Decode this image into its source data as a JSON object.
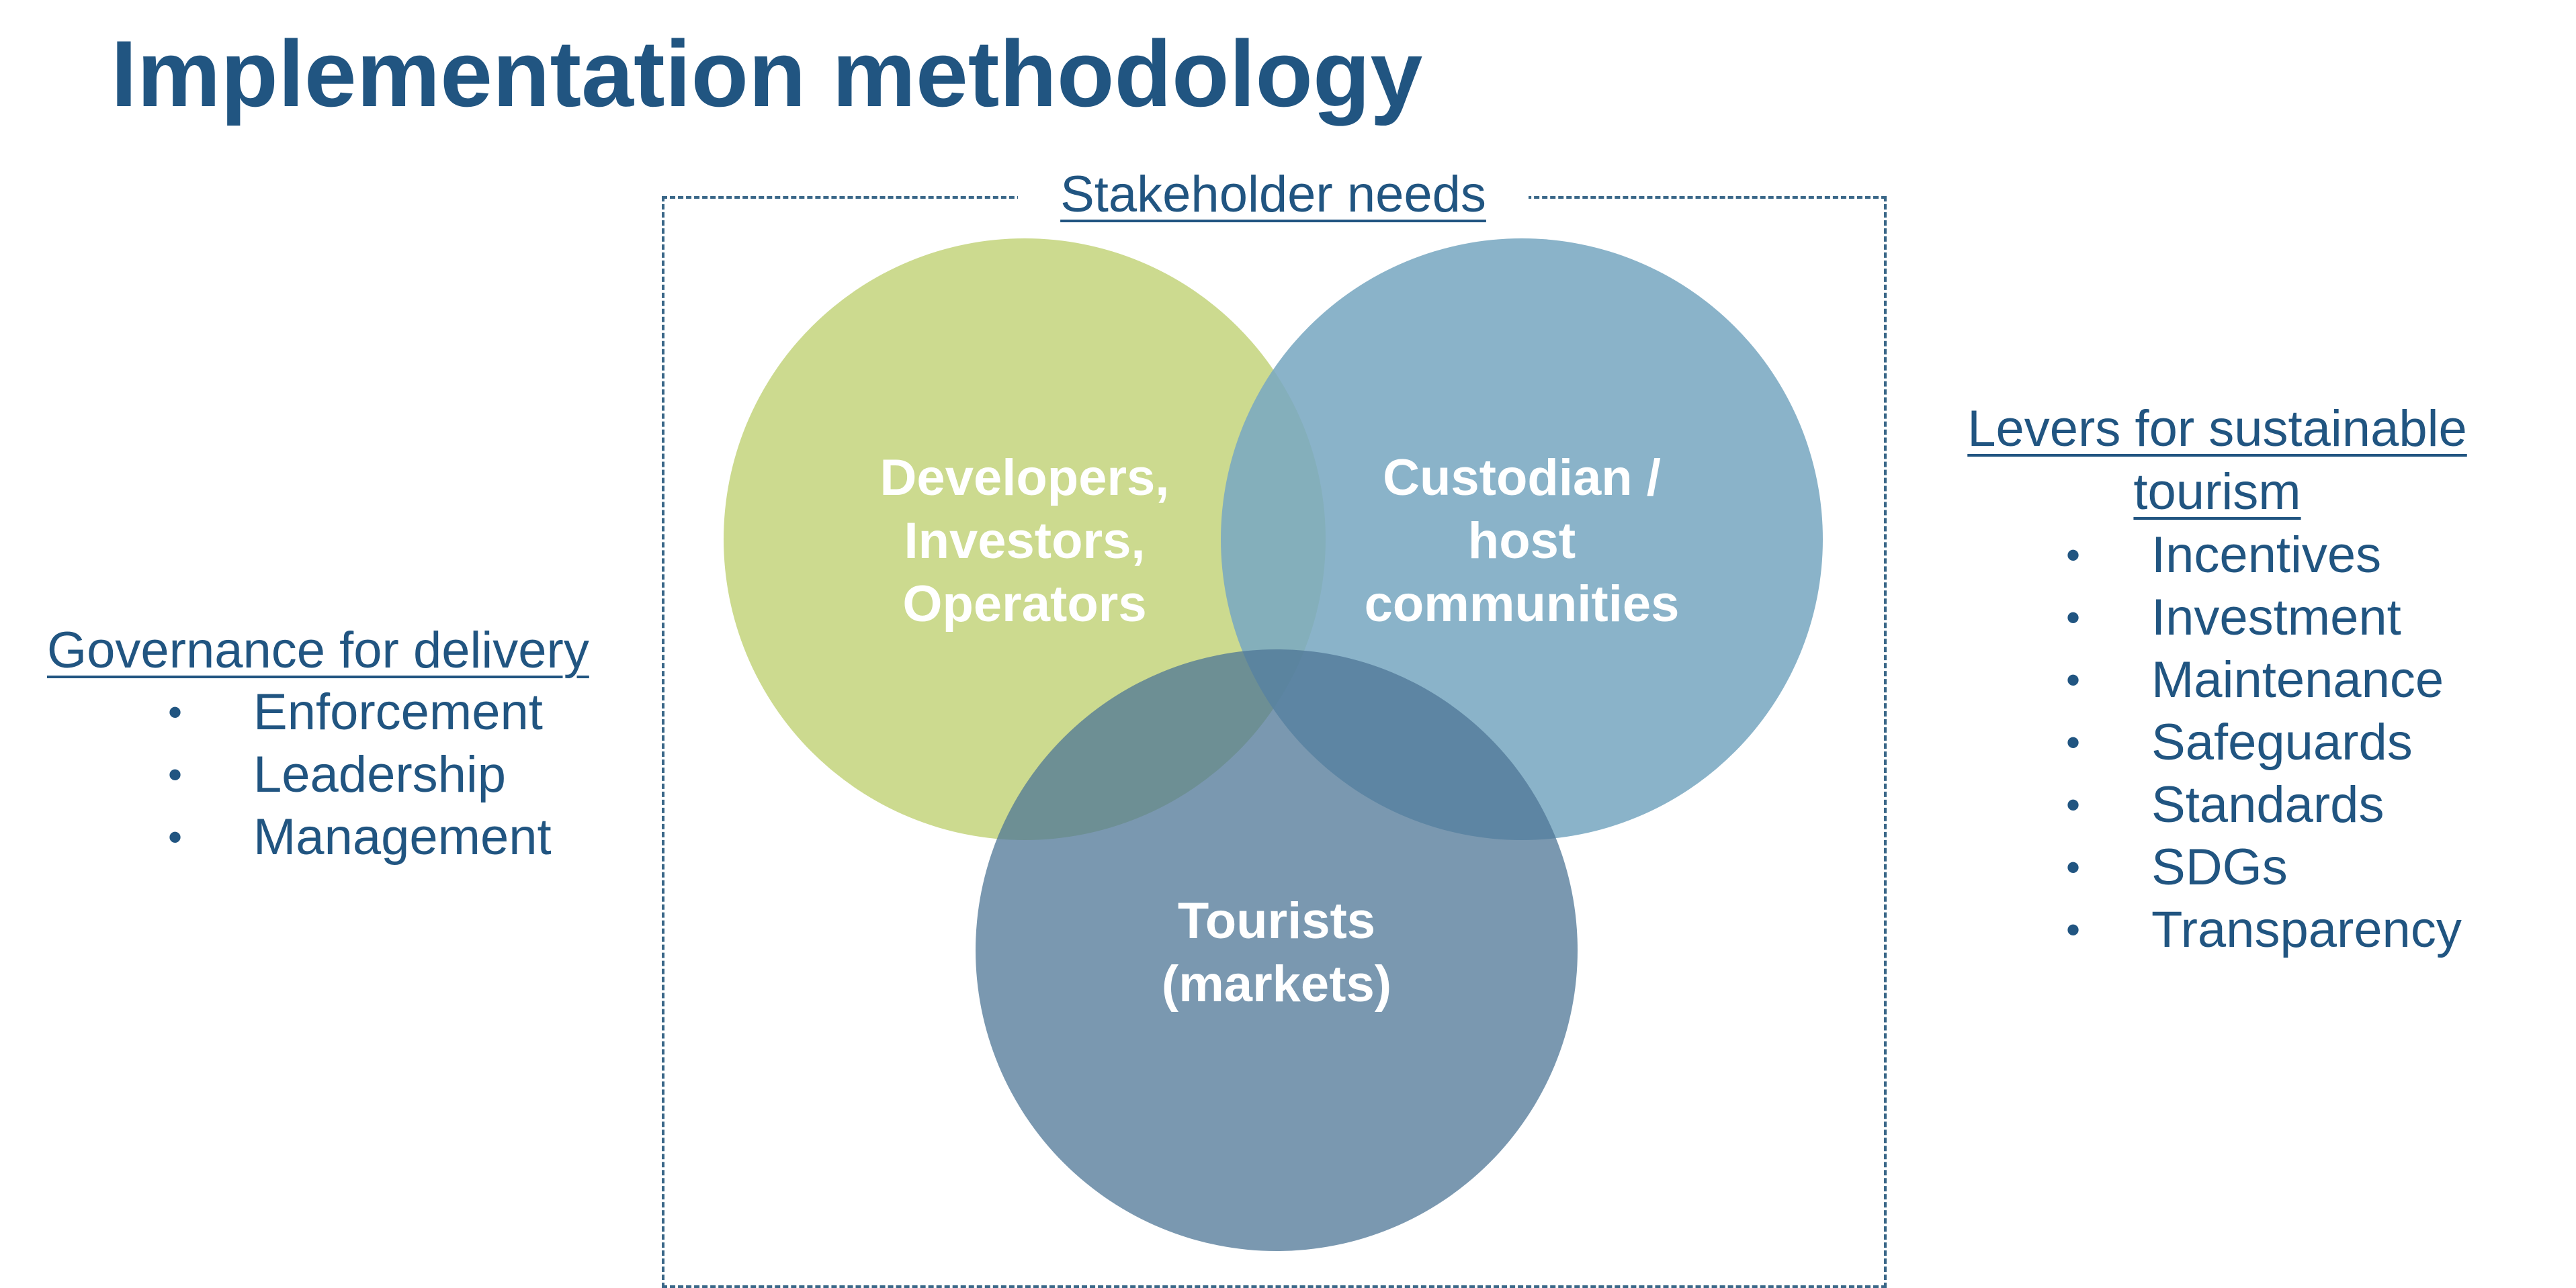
{
  "title": "Implementation methodology",
  "frame": {
    "label": "Stakeholder needs"
  },
  "circles": [
    {
      "label": "Developers,\nInvestors,\nOperators",
      "color": "#c3d37b"
    },
    {
      "label": "Custodian /\nhost\ncommunities",
      "color": "#7aa9c1"
    },
    {
      "label": "Tourists\n(markets)",
      "color": "#6a8ba9"
    }
  ],
  "colors": {
    "title": "#215581",
    "text": "#215581",
    "frame_border": "#3a6788",
    "circle_label": "#ffffff"
  },
  "left_panel": {
    "heading": "Governance for delivery",
    "items": [
      "Enforcement",
      "Leadership",
      "Management"
    ]
  },
  "right_panel": {
    "heading": "Levers for sustainable\ntourism",
    "items": [
      "Incentives",
      "Investment",
      "Maintenance",
      "Safeguards",
      "Standards",
      "SDGs",
      "Transparency"
    ]
  },
  "bullet_glyph": "•"
}
